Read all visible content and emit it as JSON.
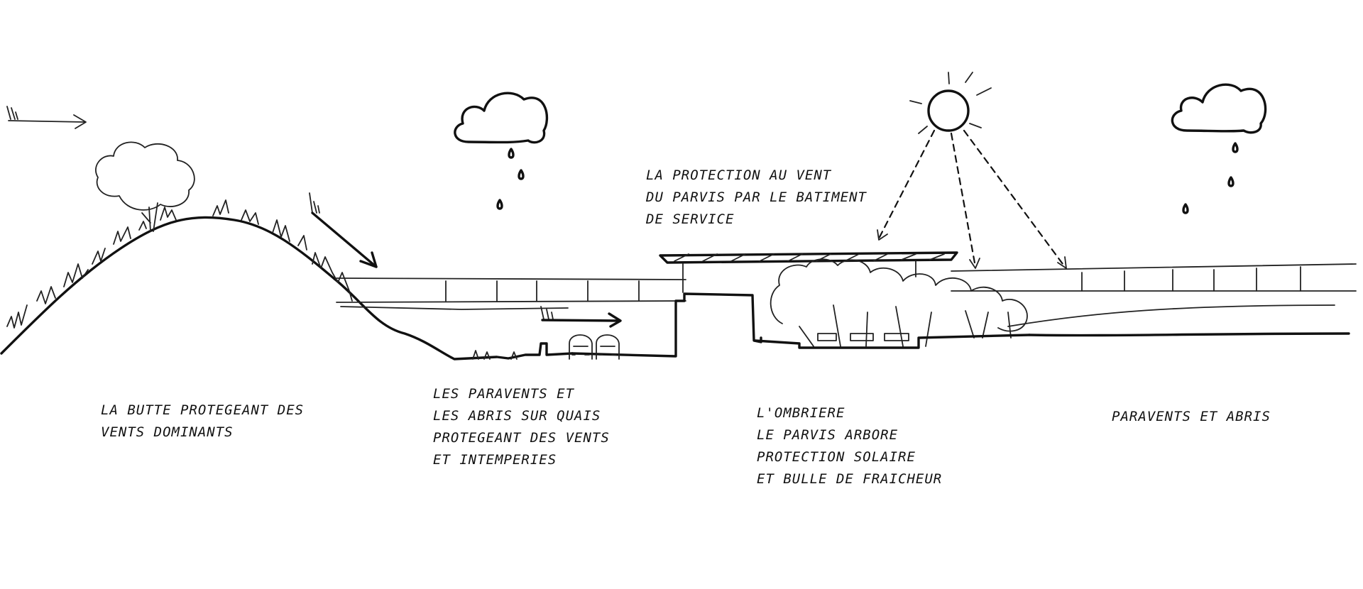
{
  "annotations": {
    "butte": [
      "LA BUTTE PROTEGEANT DES",
      "VENTS DOMINANTS"
    ],
    "paravents_quais": [
      "LES PARAVENTS ET",
      "LES ABRIS SUR QUAIS",
      "PROTEGEANT DES VENTS",
      "ET INTEMPERIES"
    ],
    "protection_vent": [
      "LA PROTECTION AU VENT",
      "DU PARVIS PAR LE BATIMENT",
      "DE SERVICE"
    ],
    "ombriere": [
      "L'OMBRIERE",
      "LE PARVIS ARBORE",
      "PROTECTION SOLAIRE",
      "ET BULLE DE FRAICHEUR"
    ],
    "paravents_abris": [
      "PARAVENTS ET ABRIS"
    ]
  },
  "colors": {
    "ink": "#111111",
    "paper": "#ffffff"
  },
  "icons": [
    "wind-arrow-icon",
    "cloud-icon",
    "raindrop-icon",
    "sun-icon",
    "tree-icon",
    "train-icon",
    "bench-icon"
  ]
}
